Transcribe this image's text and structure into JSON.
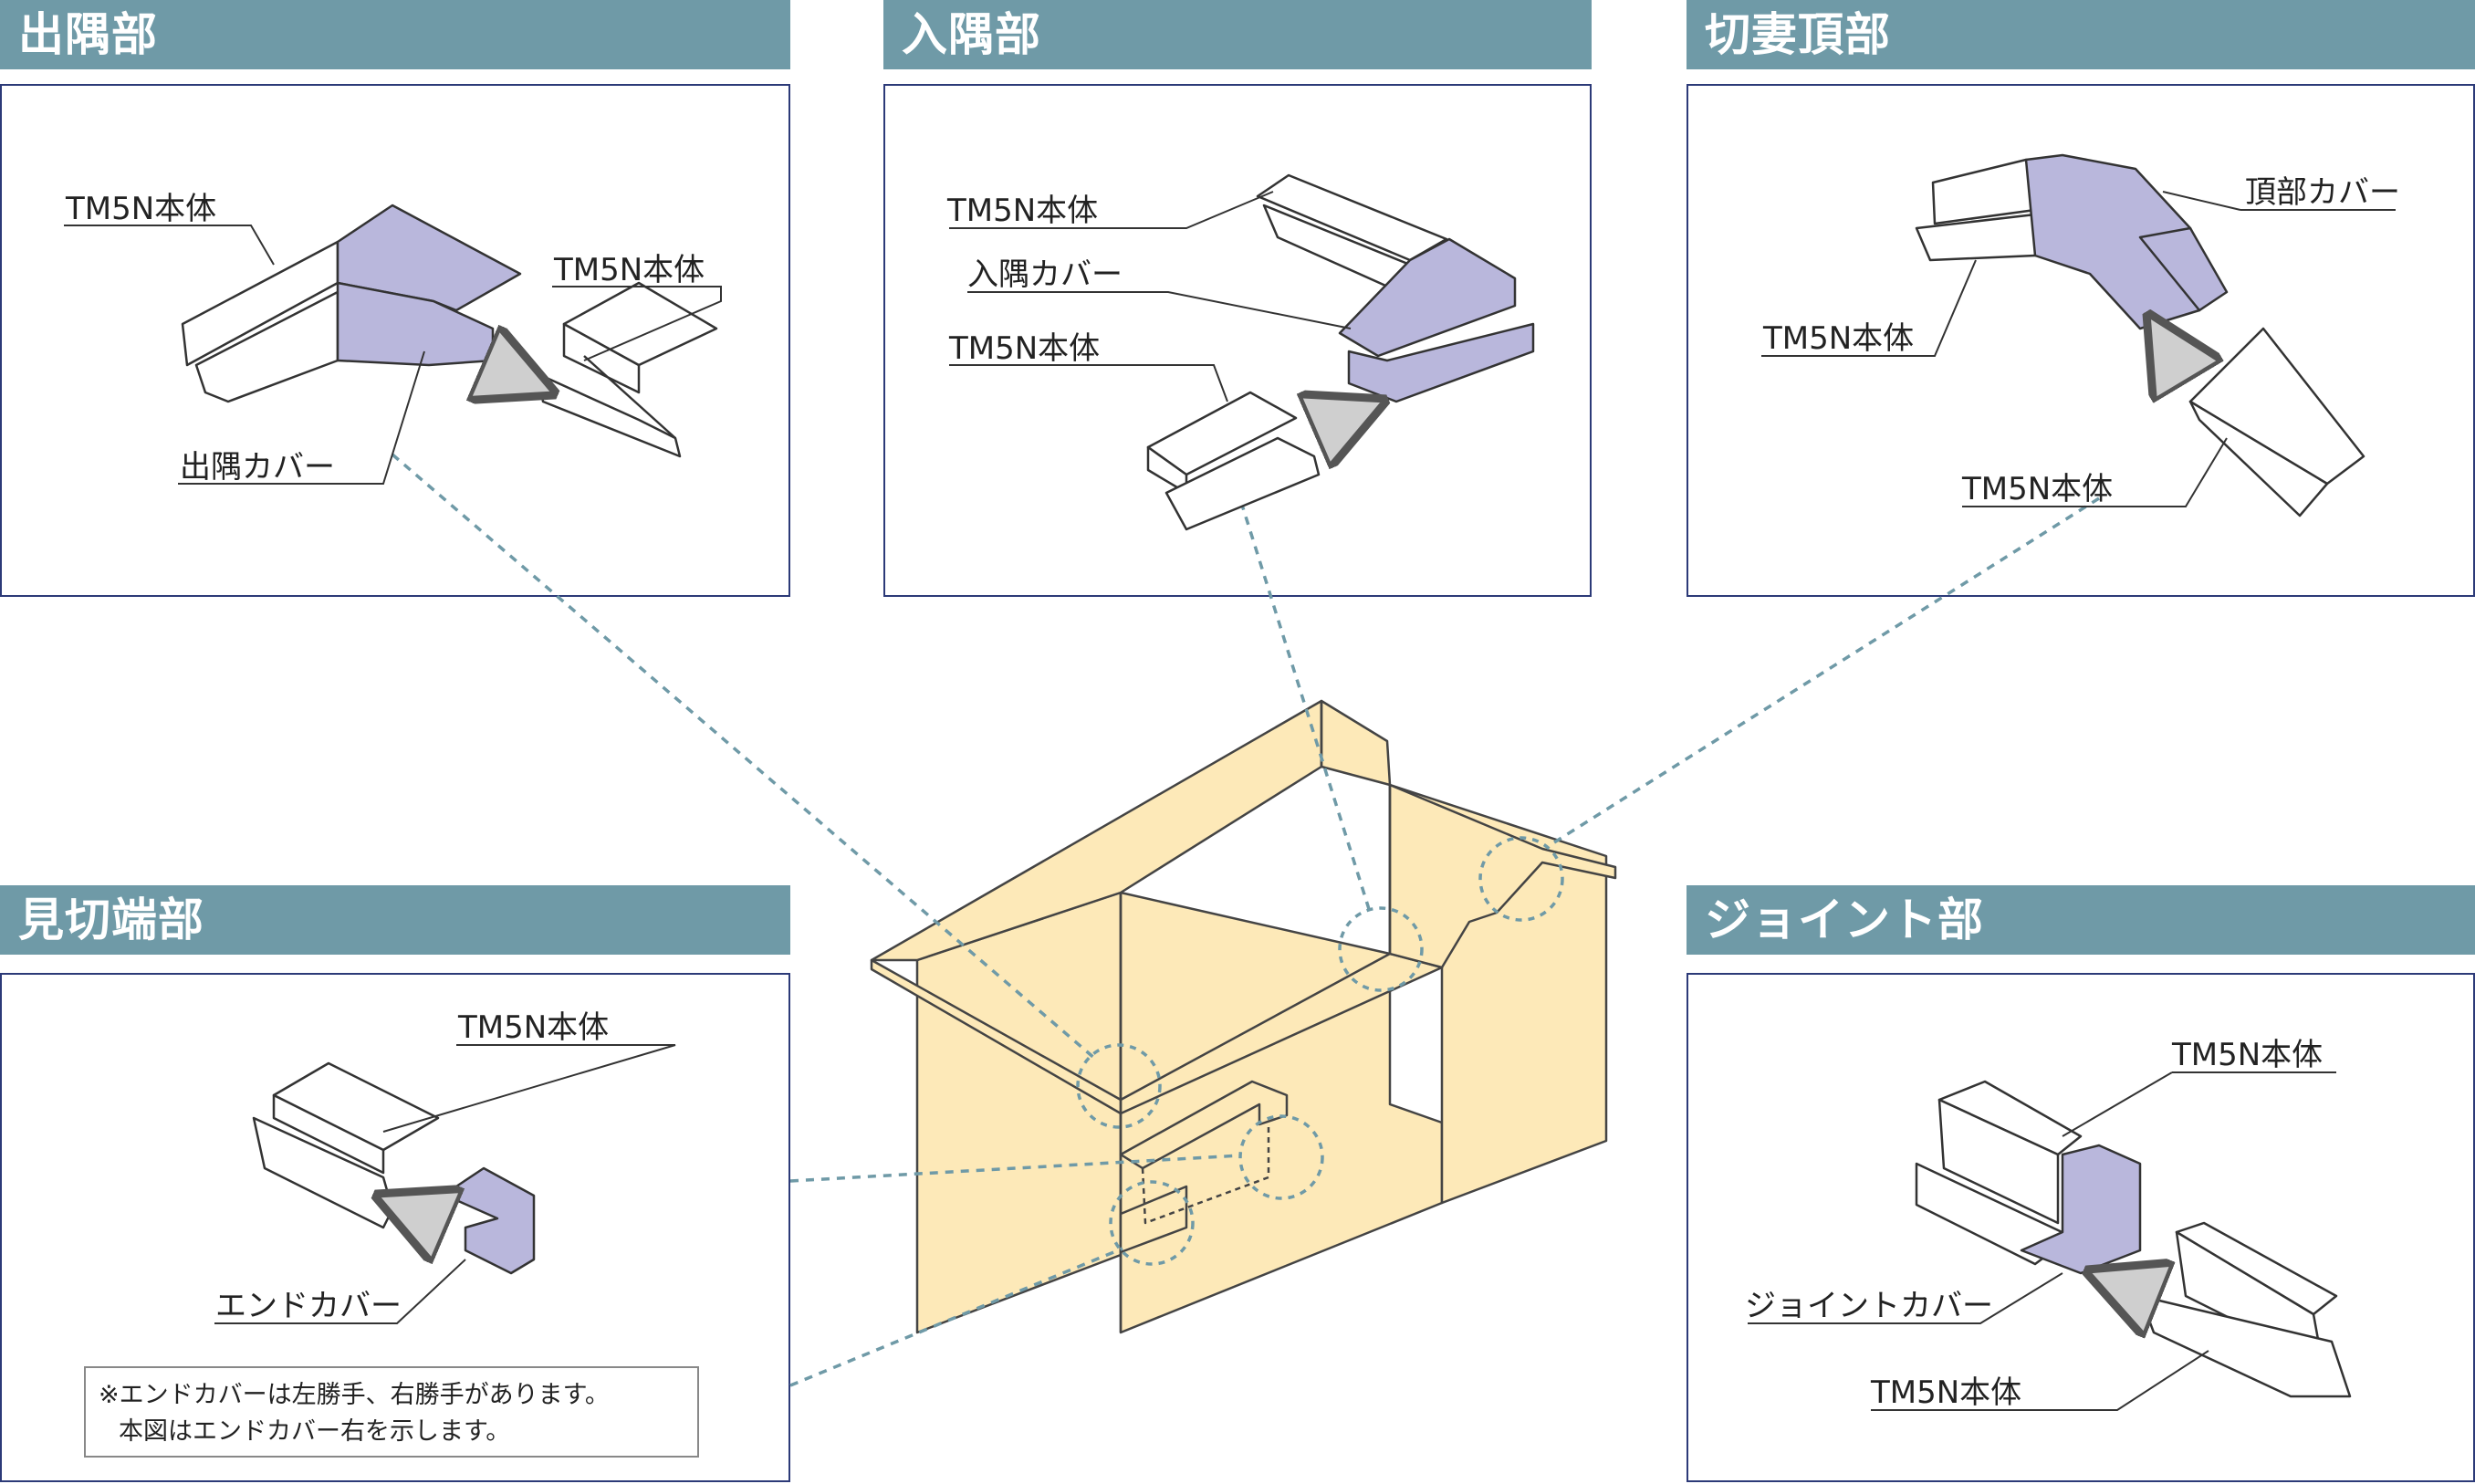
{
  "sections": {
    "outside_corner": {
      "title": "出隅部",
      "labels": {
        "body_top": "TM5N本体",
        "body_right": "TM5N本体",
        "cover": "出隅カバー"
      }
    },
    "inside_corner": {
      "title": "入隅部",
      "labels": {
        "body_top": "TM5N本体",
        "cover": "入隅カバー",
        "body_bottom": "TM5N本体"
      }
    },
    "gable_top": {
      "title": "切妻頂部",
      "labels": {
        "top_cover": "頂部カバー",
        "body_left": "TM5N本体",
        "body_bottom": "TM5N本体"
      }
    },
    "end_part": {
      "title": "見切端部",
      "labels": {
        "body": "TM5N本体",
        "cover": "エンドカバー"
      },
      "note": {
        "line1": "※エンドカバーは左勝手、右勝手があります。",
        "line2": "本図はエンドカバー右を示します。"
      }
    },
    "joint": {
      "title": "ジョイント部",
      "labels": {
        "body_top": "TM5N本体",
        "cover": "ジョイントカバー",
        "body_bottom": "TM5N本体"
      }
    }
  },
  "colors": {
    "tab": "#6f9aa7",
    "panel_border": "#2c3a78",
    "cover_fill": "#b9b7dc",
    "house_fill": "#fde9b8",
    "dashed": "#6f9aa7"
  }
}
